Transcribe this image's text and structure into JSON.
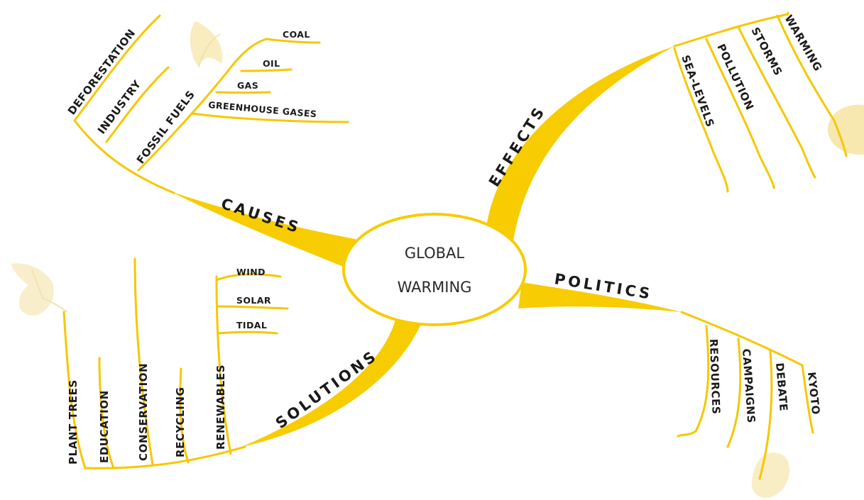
{
  "center": {
    "line1": "GLOBAL",
    "line2": "WARMING"
  },
  "branches": {
    "causes": {
      "label": "CAUSES",
      "items": {
        "deforestation": "DEFORESTATION",
        "industry": "INDUSTRY",
        "fossil_fuels": "FOSSIL FUELS"
      },
      "fossil_fuels_items": {
        "coal": "COAL",
        "oil": "OIL",
        "gas": "GAS",
        "greenhouse_gases": "GREENHOUSE GASES"
      }
    },
    "effects": {
      "label": "EFFECTS",
      "items": {
        "sea_levels": "SEA-LEVELS",
        "pollution": "POLLUTION",
        "storms": "STORMS",
        "warming": "WARMING"
      }
    },
    "politics": {
      "label": "POLITICS",
      "items": {
        "resources": "RESOURCES",
        "campaigns": "CAMPAIGNS",
        "debate": "DEBATE",
        "kyoto": "KYOTO"
      }
    },
    "solutions": {
      "label": "SOLUTIONS",
      "items": {
        "plant_trees": "PLANT TREES",
        "education": "EDUCATION",
        "conservation": "CONSERVATION",
        "recycling": "RECYCLING",
        "renewables": "RENEWABLES"
      },
      "renewables_items": {
        "wind": "WIND",
        "solar": "SOLAR",
        "tidal": "TIDAL"
      }
    }
  },
  "colors": {
    "branch": "#F7CC00",
    "line": "#F5C800",
    "text": "#1a1a1a",
    "center_fill": "#ffffff"
  }
}
